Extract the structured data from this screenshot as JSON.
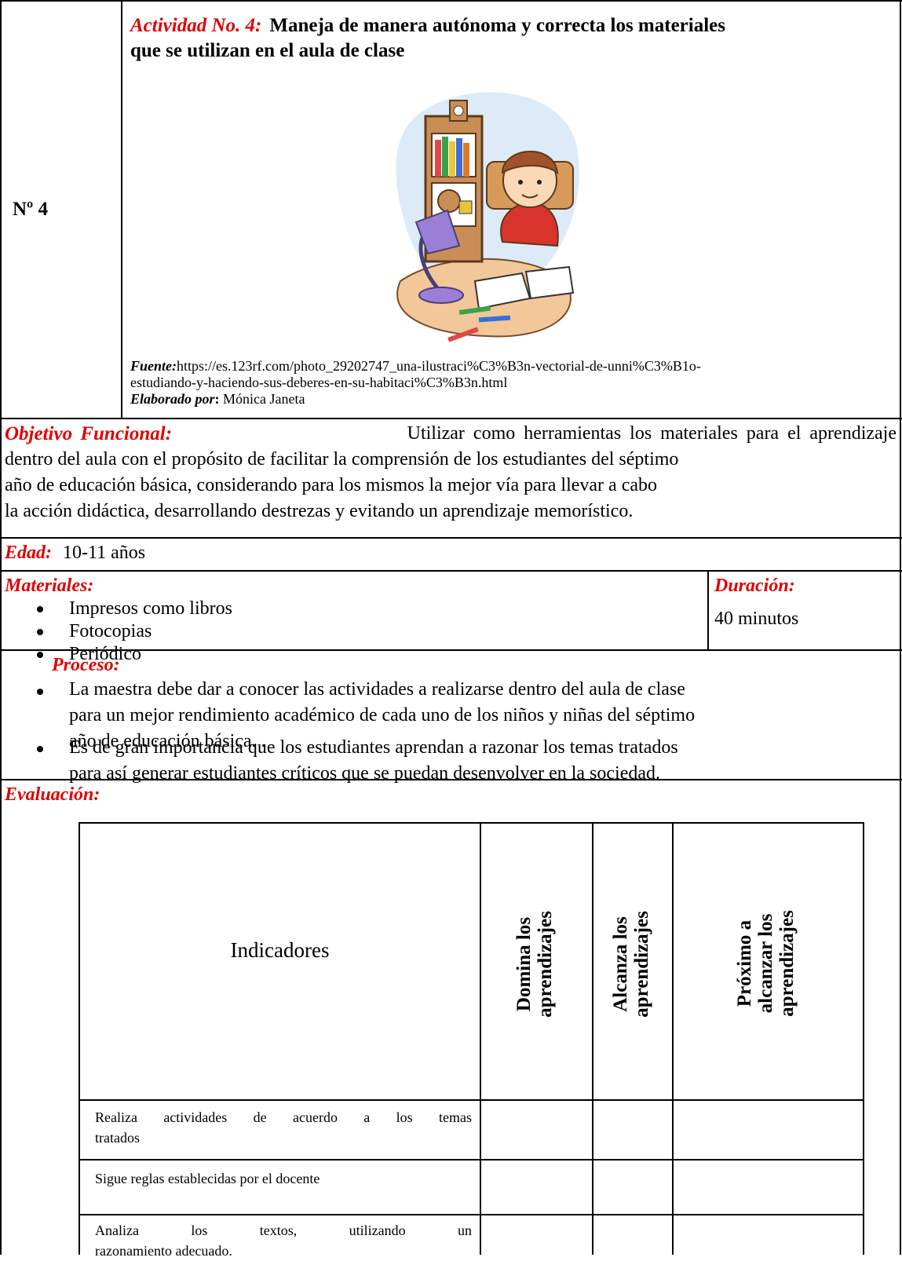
{
  "header": {
    "number": "Nº 4",
    "activity_label": "Actividad No. 4:",
    "activity_title_line1": "Maneja de manera autónoma y correcta los materiales",
    "activity_title_line2": "que se utilizan en el aula de clase",
    "source_label": "Fuente:",
    "source_url_line1": "https://es.123rf.com/photo_29202747_una-ilustraci%C3%B3n-vectorial-de-unni%C3%B1o-",
    "source_url_line2": "estudiando-y-haciendo-sus-deberes-en-su-habitaci%C3%B3n.html",
    "author_label": "Elaborado por",
    "author_colon": ":",
    "author_name": "Mónica Janeta"
  },
  "objective": {
    "label": "Objetivo Funcional:",
    "line1": "Utilizar como herramientas los materiales para el aprendizaje",
    "line2": "dentro del aula con el propósito de facilitar la comprensión de los estudiantes del séptimo",
    "line3": "año de educación básica, considerando para los mismos la mejor vía para llevar a cabo",
    "line4": "la acción didáctica, desarrollando destrezas y evitando un aprendizaje memorístico."
  },
  "age": {
    "label": "Edad:",
    "value": "10-11 años"
  },
  "materials": {
    "label": "Materiales:",
    "items": [
      "Impresos como libros",
      "Fotocopias",
      "Periódico"
    ]
  },
  "duration": {
    "label": "Duración:",
    "value": "40 minutos"
  },
  "process": {
    "label": "Proceso:",
    "item1_line1": "La maestra debe dar a conocer las actividades a realizarse dentro del aula de clase",
    "item1_line2": "para un mejor rendimiento académico de cada uno de los niños y niñas del séptimo",
    "item1_line3": "año de educación básica. .",
    "item2_line1": "Es de gran importancia que los estudiantes aprendan a razonar los temas tratados",
    "item2_line2": "para así generar estudiantes críticos que se puedan desenvolver en la sociedad."
  },
  "evaluation": {
    "label": "Evaluación:",
    "col_indicators": "Indicadores",
    "col1_line1": "Domina los",
    "col1_line2": "aprendizajes",
    "col2_line1": "Alcanza los",
    "col2_line2": "aprendizajes",
    "col3_line1": "Próximo a",
    "col3_line2": "alcanzar los",
    "col3_line3": "aprendizajes",
    "rows": [
      {
        "line1": "Realiza actividades de acuerdo a los temas",
        "line2": "tratados"
      },
      {
        "line1": "Sigue reglas establecidas por el docente",
        "line2": ""
      },
      {
        "line1": "Analiza los textos, utilizando un",
        "line2": "razonamiento adecuado."
      }
    ]
  },
  "illustration": {
    "icon": "boy-studying-illustration",
    "colors": {
      "accent_red": "#e00000",
      "shirt": "#d9342b",
      "lamp": "#9b7fd6",
      "desk": "#f2c79a",
      "bg_blob": "#dcebf7"
    }
  }
}
